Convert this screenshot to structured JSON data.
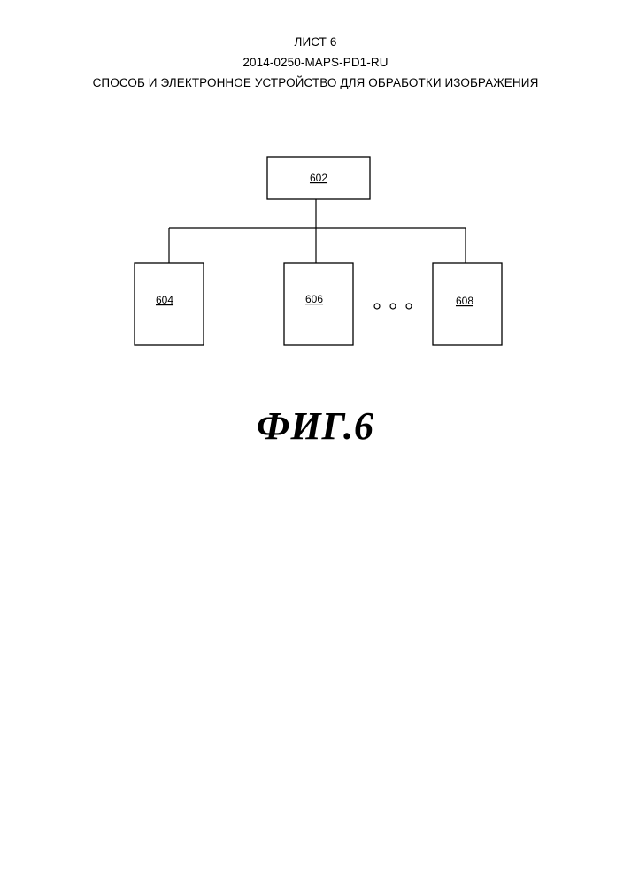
{
  "header": {
    "sheet": "ЛИСТ 6",
    "code": "2014-0250-MAPS-PD1-RU",
    "title": "СПОСОБ И ЭЛЕКТРОННОЕ УСТРОЙСТВО ДЛЯ ОБРАБОТКИ ИЗОБРАЖЕНИЯ"
  },
  "diagram": {
    "root": {
      "label": "602"
    },
    "children": [
      {
        "label": "604"
      },
      {
        "label": "606"
      },
      {
        "label": "608"
      }
    ]
  },
  "figure": {
    "label": "ФИГ.6"
  }
}
